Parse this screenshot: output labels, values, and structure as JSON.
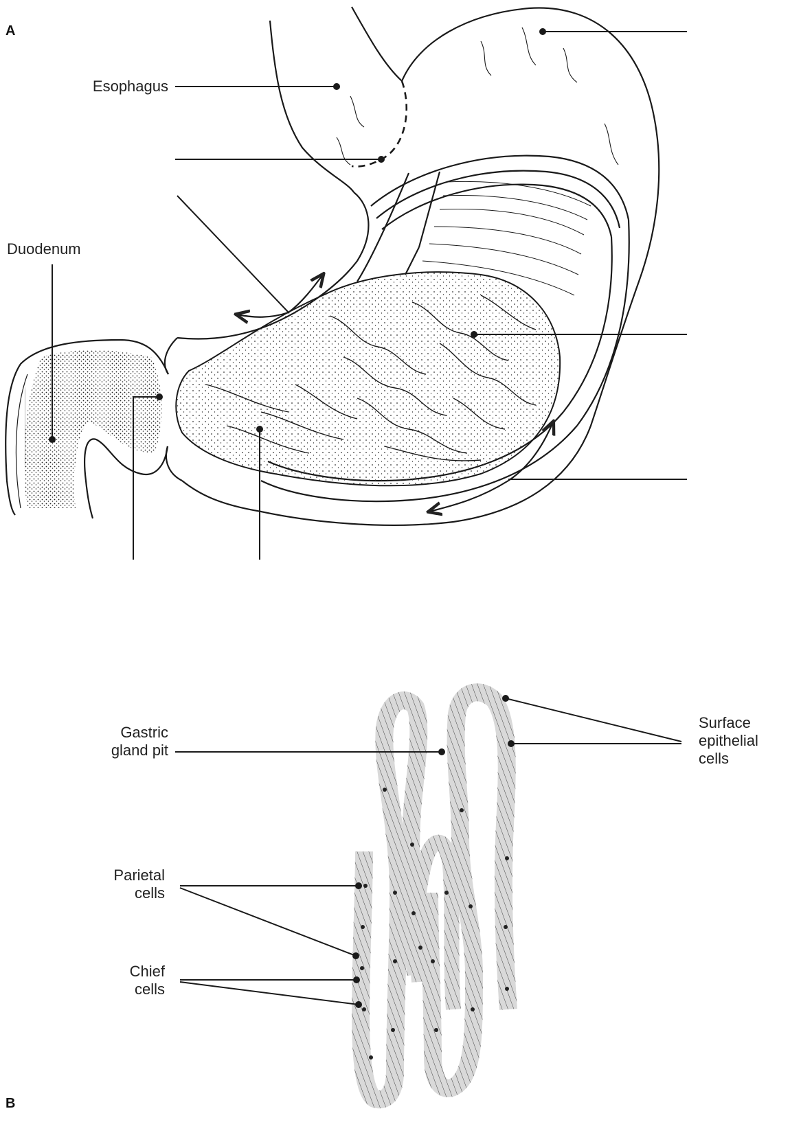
{
  "panels": {
    "a": "A",
    "b": "B"
  },
  "labels_a": {
    "esophagus": "Esophagus",
    "duodenum": "Duodenum"
  },
  "labels_b": {
    "gastric_gland_pit": "Gastric gland pit",
    "surface_epithelial_cells": "Surface epithelial cells",
    "parietal_cells": "Parietal cells",
    "chief_cells": "Chief cells"
  },
  "colors": {
    "ink": "#1a1a1a",
    "paper": "#ffffff"
  }
}
